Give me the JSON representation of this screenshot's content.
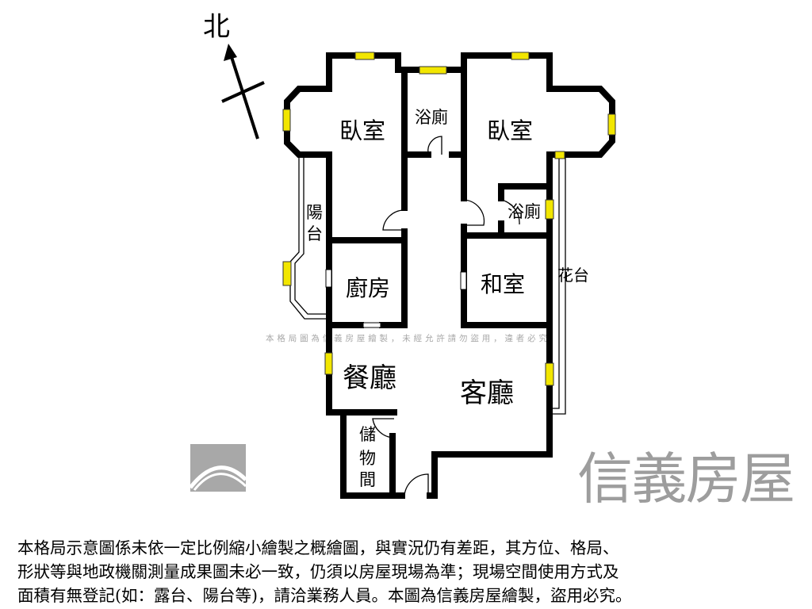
{
  "compass": {
    "north_label": "北"
  },
  "rooms": {
    "bedroom_left": "臥室",
    "bath_center": "浴廁",
    "bedroom_right": "臥室",
    "balcony": [
      "陽",
      "台"
    ],
    "bath_small": "浴廁",
    "kitchen": "廚房",
    "japanese_room": "和室",
    "flower_bed": "花台",
    "dining": "餐廳",
    "living": "客廳",
    "storage": [
      "儲",
      "物",
      "間"
    ]
  },
  "watermark": {
    "brand": "信義房屋",
    "notice": "本格局圖為信義房屋繪製，未經允許請勿盜用，違者必究"
  },
  "disclaimer": [
    "本格局示意圖係未依一定比例縮小繪製之概繪圖，與實況仍有差距，其方位、格局、",
    "形狀等與地政機關測量成果圖未必一致，仍須以房屋現場為準；現場空間使用方式及",
    "面積有無登記(如：露台、陽台等)，請洽業務人員。本圖為信義房屋繪製，盜用必究。"
  ],
  "colors": {
    "wall": "#000000",
    "window": "#f2e600",
    "watermark": "#8c8c8c"
  }
}
